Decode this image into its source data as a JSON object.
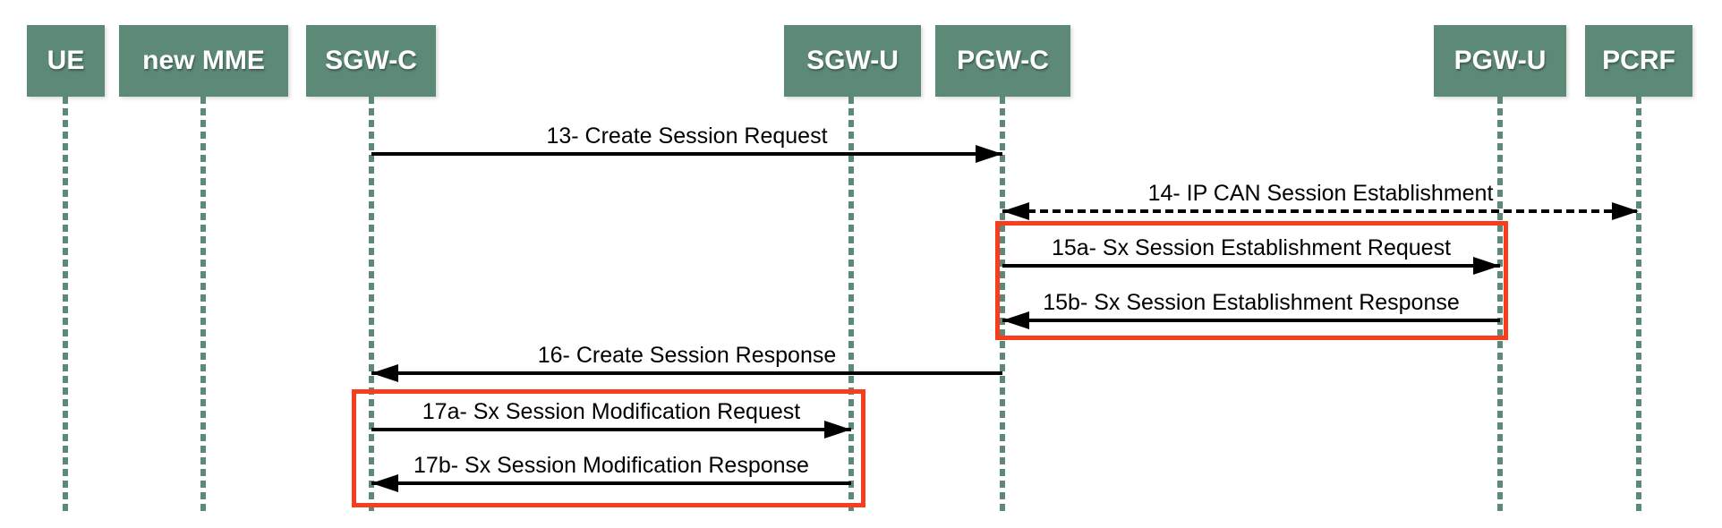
{
  "diagram": {
    "type": "sequence-diagram",
    "topic": "EPC session establishment signaling flow",
    "colors": {
      "background": "#ffffff",
      "actor_fill": "#5d8977",
      "actor_text": "#ffffff",
      "lifeline": "#5d8977",
      "message_line": "#000000",
      "message_text": "#000000",
      "highlight_border": "#f83c1c"
    },
    "actors": [
      {
        "label": "UE"
      },
      {
        "label": "new MME"
      },
      {
        "label": "SGW-C"
      },
      {
        "label": "SGW-U"
      },
      {
        "label": "PGW-C"
      },
      {
        "label": "PGW-U"
      },
      {
        "label": "PCRF"
      }
    ],
    "messages": [
      {
        "label": "13- Create Session Request",
        "from": "SGW-C",
        "to": "PGW-C",
        "line": "solid",
        "direction": "right"
      },
      {
        "label": "14- IP CAN Session Establishment",
        "from": "PGW-C",
        "to": "PCRF",
        "line": "dashed",
        "direction": "both"
      },
      {
        "label": "15a- Sx Session Establishment Request",
        "from": "PGW-C",
        "to": "PGW-U",
        "line": "solid",
        "direction": "right"
      },
      {
        "label": "15b- Sx Session Establishment Response",
        "from": "PGW-U",
        "to": "PGW-C",
        "line": "solid",
        "direction": "left"
      },
      {
        "label": "16- Create Session Response",
        "from": "PGW-C",
        "to": "SGW-C",
        "line": "solid",
        "direction": "left"
      },
      {
        "label": "17a- Sx Session Modification Request",
        "from": "SGW-C",
        "to": "SGW-U",
        "line": "solid",
        "direction": "right"
      },
      {
        "label": "17b- Sx Session Modification Response",
        "from": "SGW-U",
        "to": "SGW-C",
        "line": "solid",
        "direction": "left"
      }
    ],
    "highlights": [
      {
        "around": "15a / 15b Sx Session Establishment exchange"
      },
      {
        "around": "17a / 17b Sx Session Modification exchange"
      }
    ]
  }
}
